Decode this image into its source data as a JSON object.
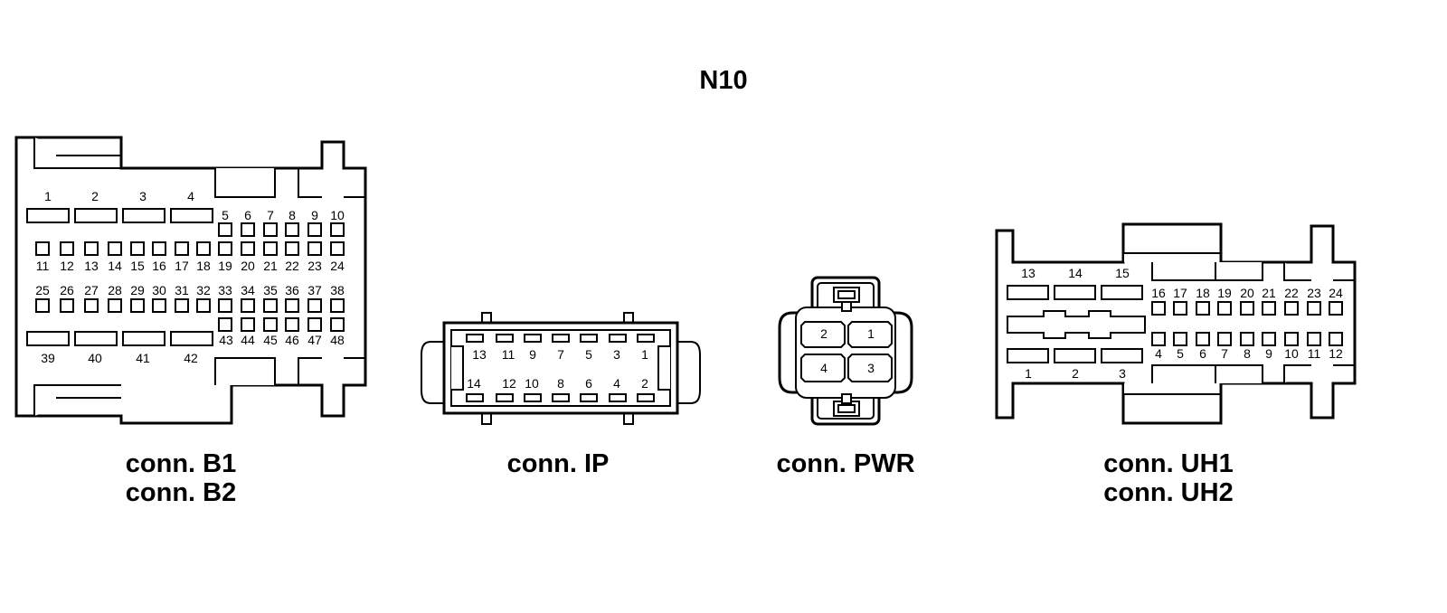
{
  "title": "N10",
  "connectors": {
    "b": {
      "captions": [
        "conn. B1",
        "conn. B2"
      ],
      "top_large": [
        "1",
        "2",
        "3",
        "4"
      ],
      "row_a": [
        "5",
        "6",
        "7",
        "8",
        "9",
        "10"
      ],
      "row_b": [
        "11",
        "12",
        "13",
        "14",
        "15",
        "16",
        "17",
        "18",
        "19",
        "20",
        "21",
        "22",
        "23",
        "24"
      ],
      "row_c": [
        "25",
        "26",
        "27",
        "28",
        "29",
        "30",
        "31",
        "32",
        "33",
        "34",
        "35",
        "36",
        "37",
        "38"
      ],
      "row_d": [
        "43",
        "44",
        "45",
        "46",
        "47",
        "48"
      ],
      "bottom_large": [
        "39",
        "40",
        "41",
        "42"
      ]
    },
    "ip": {
      "caption": "conn. IP",
      "top": [
        "13",
        "11",
        "9",
        "7",
        "5",
        "3",
        "1"
      ],
      "bottom": [
        "14",
        "12",
        "10",
        "8",
        "6",
        "4",
        "2"
      ]
    },
    "pwr": {
      "caption": "conn. PWR",
      "top": [
        "2",
        "1"
      ],
      "bottom": [
        "4",
        "3"
      ]
    },
    "uh": {
      "captions": [
        "conn. UH1",
        "conn. UH2"
      ],
      "top_large": [
        "13",
        "14",
        "15"
      ],
      "top_small": [
        "16",
        "17",
        "18",
        "19",
        "20",
        "21",
        "22",
        "23",
        "24"
      ],
      "bottom_small": [
        "4",
        "5",
        "6",
        "7",
        "8",
        "9",
        "10",
        "11",
        "12"
      ],
      "bottom_large": [
        "1",
        "2",
        "3"
      ]
    }
  }
}
